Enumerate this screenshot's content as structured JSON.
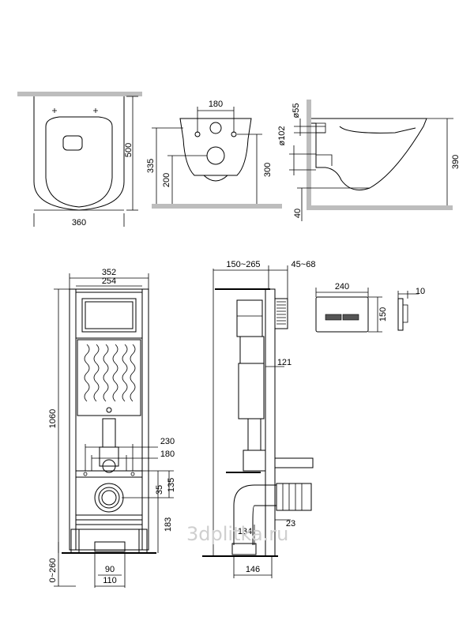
{
  "top_views": {
    "bowl_top": {
      "width": "360",
      "depth": "500"
    },
    "bowl_front": {
      "holes_spacing": "180",
      "height_left": "335",
      "outlet_height": "200",
      "height_right": "300"
    },
    "bowl_side": {
      "hole_diameter_1": "ø55",
      "hole_diameter_2": "ø102",
      "total_height": "390",
      "floor_gap": "40"
    }
  },
  "frame_front": {
    "outer_width": "352",
    "inner_width": "254",
    "height": "1060",
    "bolt_spacing_outer": "230",
    "bolt_spacing_inner": "180",
    "dim_135": "135",
    "dim_35": "35",
    "dim_183": "183",
    "leg_adjust": "0~260",
    "foot_inner": "90",
    "foot_outer": "110"
  },
  "frame_side": {
    "depth_range": "150~265",
    "flush_range": "45~68",
    "tank_offset": "121",
    "dim_134": "134",
    "dim_23": "23",
    "base_depth": "146"
  },
  "flush_plate": {
    "width": "240",
    "height": "150",
    "thickness": "10"
  },
  "watermark": "3dplitka.ru"
}
